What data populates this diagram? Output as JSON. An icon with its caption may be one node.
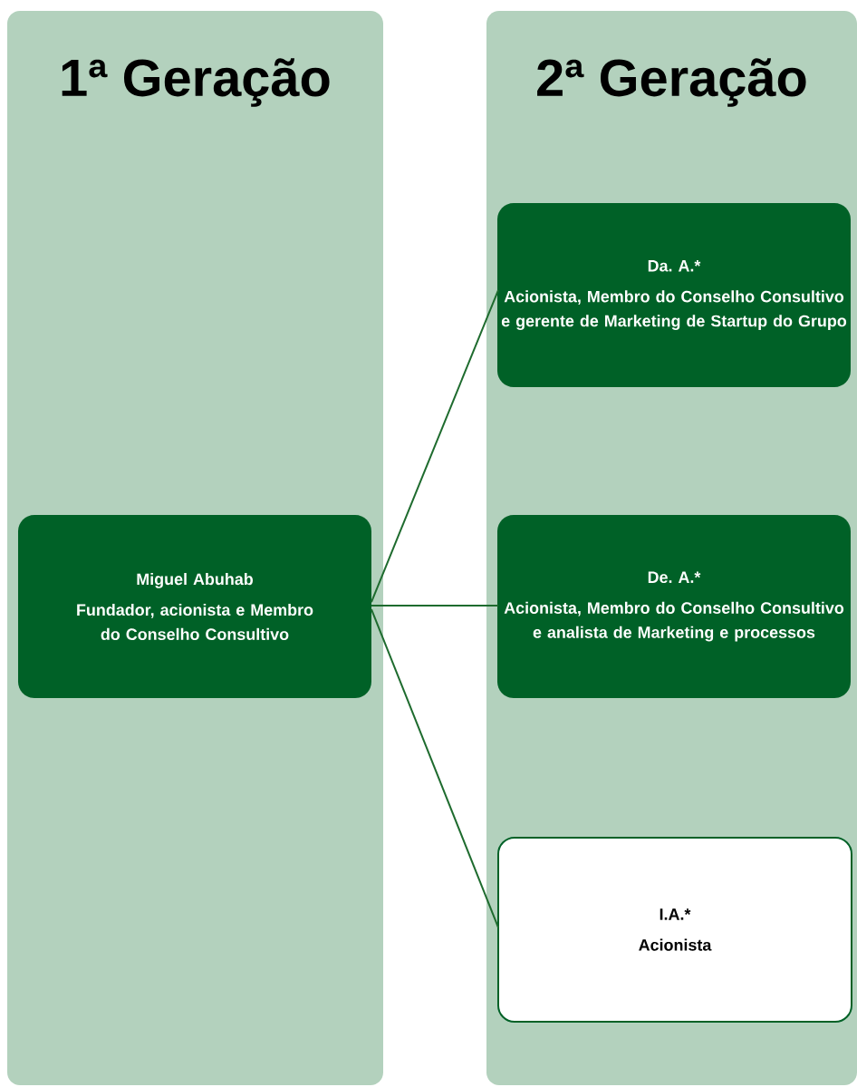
{
  "diagram": {
    "nodes": [
      {
        "text": [
          "1ª Geração"
        ]
      },
      {
        "text": [
          "Miguel Abuhab",
          "Fundador, acionista e Membro do Conselho Consultivo"
        ],
        "in": 0
      },
      {
        "text": [
          "2ª Geração"
        ]
      },
      {
        "text": [
          "Da. A.*",
          "Acionista, Membro do Conselho Consultivo e gerente de Marketing de Startup do Grupo"
        ],
        "in": 2
      },
      {
        "text": [
          "De. A.*",
          "Acionista, Membro do Conselho Consultivo e analista de Marketing e processos"
        ],
        "in": 2
      },
      {
        "text": [
          "I.A.*",
          "Acionista"
        ],
        "in": 2
      }
    ],
    "edges": [
      {
        "from": 1,
        "to": 3,
        "arrow": "none"
      },
      {
        "from": 1,
        "to": 4,
        "arrow": "none"
      },
      {
        "from": 1,
        "to": 5,
        "arrow": "none"
      }
    ]
  }
}
